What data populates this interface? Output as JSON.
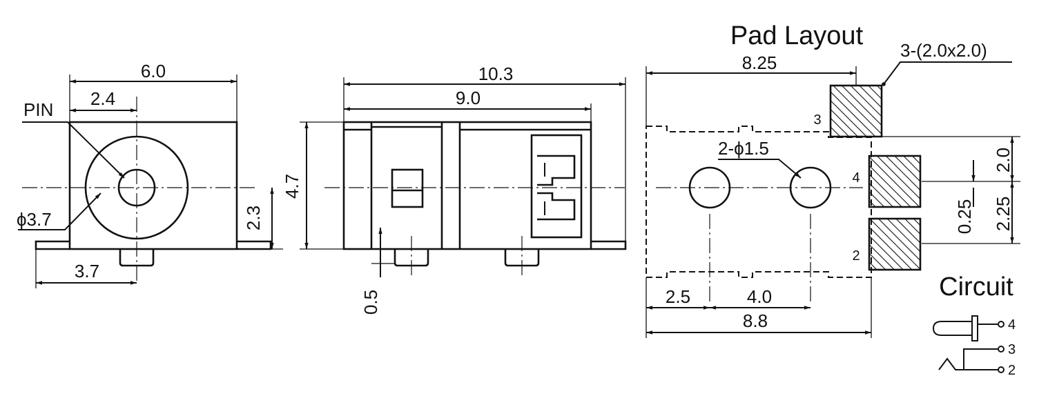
{
  "front_view": {
    "width_label": "6.0",
    "pin_offset_label": "2.4",
    "pin_label": "PIN",
    "diameter_label": "ϕ3.7",
    "center_height_label": "2.3",
    "pin_center_label": "3.7"
  },
  "side_view": {
    "overall_length_label": "10.3",
    "body_length_label": "9.0",
    "height_label": "4.7",
    "standoff_label": "0.5"
  },
  "pad_layout": {
    "title": "Pad Layout",
    "pad_span_label": "8.25",
    "pad_size_label": "3-(2.0x2.0)",
    "hole_label": "2-ϕ1.5",
    "pad_pitch_label": "2.0",
    "pad_gap_label": "0.25",
    "pad_offset_label": "2.25",
    "edge_to_hole_label": "2.5",
    "hole_pitch_label": "4.0",
    "body_length_label": "8.8",
    "pins": [
      "3",
      "4",
      "2"
    ]
  },
  "circuit": {
    "title": "Circuit",
    "pins": [
      "4",
      "3",
      "2"
    ]
  }
}
